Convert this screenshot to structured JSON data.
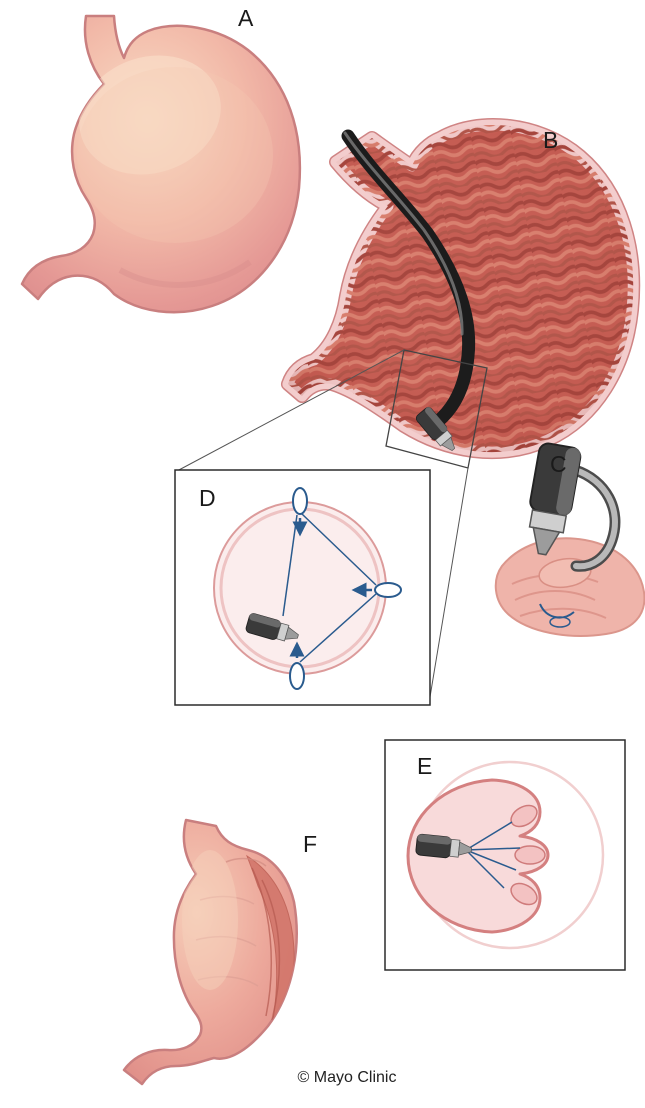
{
  "figure": {
    "credit": "© Mayo Clinic",
    "labels": {
      "a": "A",
      "b": "B",
      "c": "C",
      "d": "D",
      "e": "E",
      "f": "F"
    },
    "colors": {
      "stomach_pink": "#eeb0a2",
      "stomach_outline": "#c97f7f",
      "mucosa_red": "#c65d53",
      "wall_rim": "#f3cdcd",
      "suture_blue": "#2a5b8e",
      "endoscope_dark": "#1c1c1c",
      "box_border": "#2b2b2b"
    }
  }
}
